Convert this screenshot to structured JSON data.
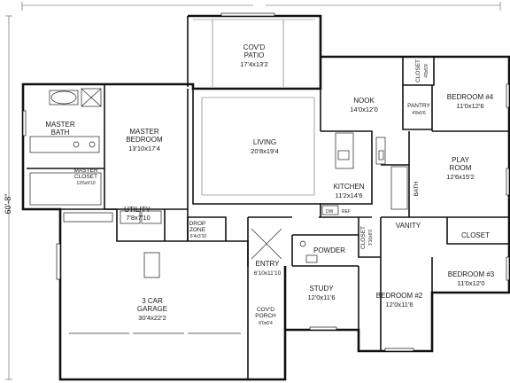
{
  "plan": {
    "overall_side_dimension": "60'-8\"",
    "rooms": {
      "patio": {
        "name_line1": "COV'D",
        "name_line2": "PATIO",
        "dim": "17'4x13'2"
      },
      "nook": {
        "name": "NOOK",
        "dim": "14'0x12'0"
      },
      "closet_top": {
        "name": "CLOSET",
        "dim": "4'8x5'8"
      },
      "pantry": {
        "name": "PANTRY",
        "dim": "4'8x5'6"
      },
      "bedroom4": {
        "name": "BEDROOM #4",
        "dim": "11'0x12'6"
      },
      "master_bath": {
        "name_line1": "MASTER",
        "name_line2": "BATH"
      },
      "master_bedroom": {
        "name_line1": "MASTER",
        "name_line2": "BEDROOM",
        "dim": "13'10x17'4"
      },
      "living": {
        "name": "LIVING",
        "dim": "20'8x19'4"
      },
      "play_room": {
        "name_line1": "PLAY",
        "name_line2": "ROOM",
        "dim": "12'6x15'2"
      },
      "master_closet": {
        "name_line1": "MASTER",
        "name_line2": "CLOSET",
        "dim": "13'6x9'10"
      },
      "kitchen": {
        "name": "KITCHEN",
        "dim": "11'2x14'6"
      },
      "bath": {
        "name": "BATH"
      },
      "utility": {
        "name": "UTILITY",
        "dim": "7'8x7'10"
      },
      "drop_zone": {
        "name_line1": "DROP",
        "name_line2": "ZONE",
        "dim": "6'4x3'10"
      },
      "closet_hall": {
        "name": "CLOSET",
        "dim": "3'10x6'0"
      },
      "vanity": {
        "name": "VANITY"
      },
      "closet_br3": {
        "name": "CLOSET"
      },
      "powder": {
        "name": "POWDER"
      },
      "entry": {
        "name": "ENTRY",
        "dim": "6'10x11'10"
      },
      "bedroom3": {
        "name": "BEDROOM #3",
        "dim": "11'0x12'0"
      },
      "study": {
        "name": "STUDY",
        "dim": "12'0x11'6"
      },
      "bedroom2": {
        "name": "BEDROOM #2",
        "dim": "12'0x11'6"
      },
      "garage": {
        "name_line1": "3 CAR",
        "name_line2": "GARAGE",
        "dim": "30'4x22'2"
      },
      "porch": {
        "name_line1": "COV'D",
        "name_line2": "PORCH",
        "dim": "6'0x6'4"
      }
    },
    "fixtures": {
      "dw": "DW",
      "refrigerator": "REF"
    }
  }
}
